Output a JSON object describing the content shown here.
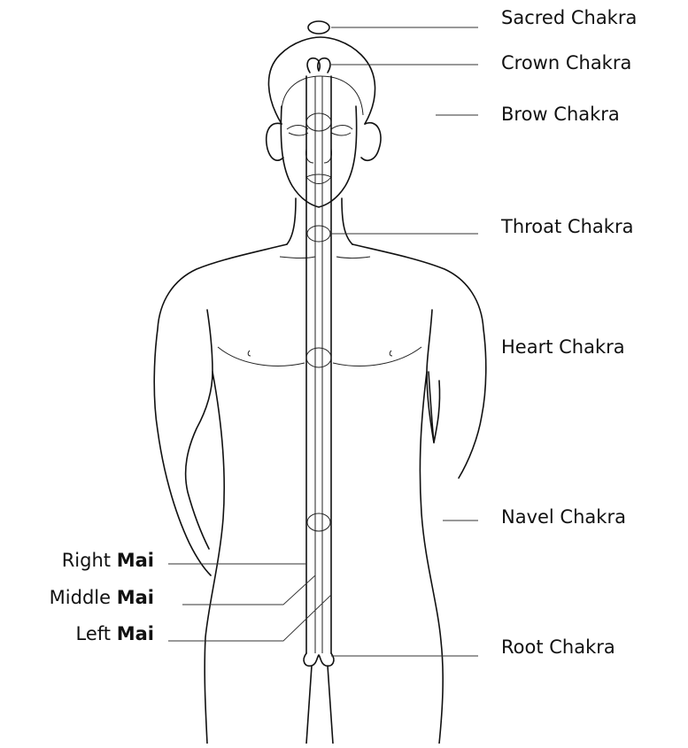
{
  "chakras": {
    "sacred": "Sacred Chakra",
    "crown": "Crown Chakra",
    "brow": "Brow Chakra",
    "throat": "Throat Chakra",
    "heart": "Heart Chakra",
    "navel": "Navel Chakra",
    "root": "Root Chakra"
  },
  "channels": {
    "right_prefix": "Right",
    "middle_prefix": "Middle",
    "left_prefix": "Left",
    "suffix": "Mai"
  }
}
